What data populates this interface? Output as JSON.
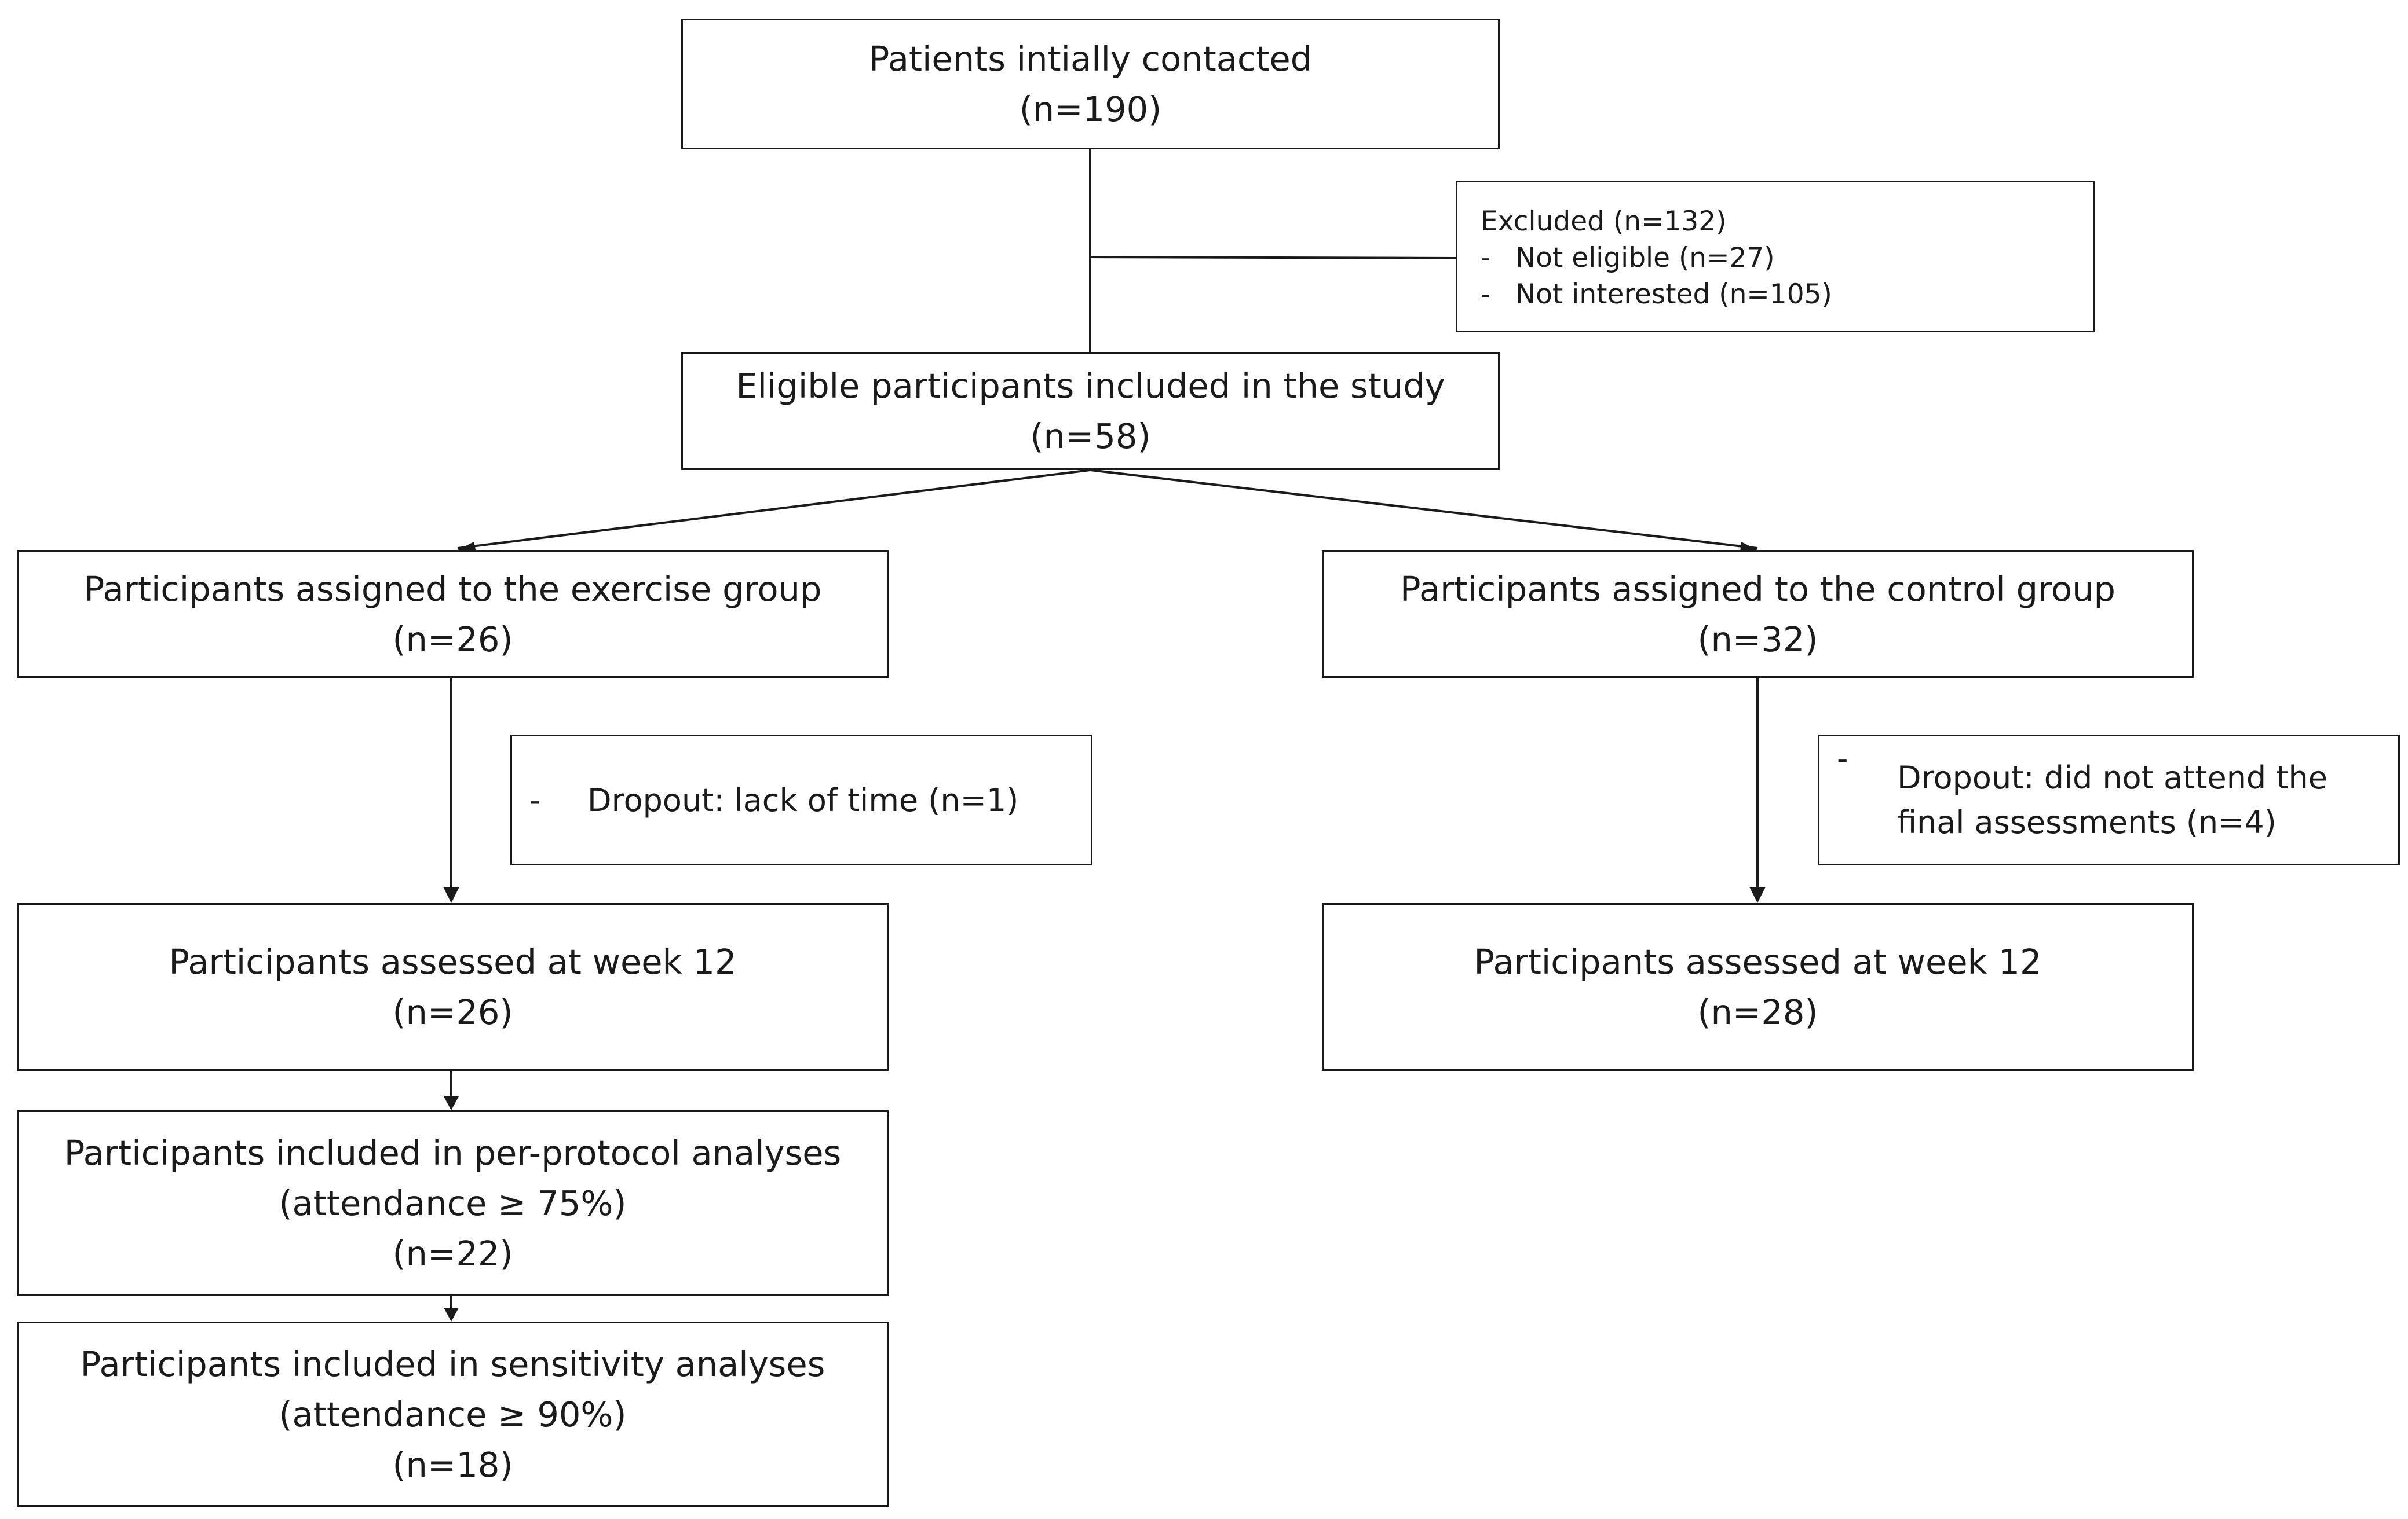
{
  "boxes": {
    "initial": [
      "Patients intially contacted",
      "(n=190)"
    ],
    "eligible": [
      "Eligible participants included in the study",
      "(n=58)"
    ],
    "exercise_assigned": [
      "Participants assigned to the exercise group",
      "(n=26)"
    ],
    "control_assigned": [
      "Participants assigned to the control group",
      "(n=32)"
    ],
    "exercise_week12": [
      "Participants assessed at week 12",
      "(n=26)"
    ],
    "control_week12": [
      "Participants assessed at week 12",
      "(n=28)"
    ],
    "per_protocol": [
      "Participants included in per-protocol analyses",
      "(attendance ≥ 75%)",
      "(n=22)"
    ],
    "sensitivity": [
      "Participants included in sensitivity analyses",
      "(attendance ≥ 90%)",
      "(n=18)"
    ]
  },
  "excluded": {
    "title": "Excluded (n=132)",
    "dash": "-",
    "items": [
      "Not eligible (n=27)",
      "Not interested (n=105)"
    ]
  },
  "dropouts": {
    "dash": "-",
    "exercise": "Dropout: lack of time (n=1)",
    "control": "Dropout: did not attend the\nfinal assessments (n=4)"
  }
}
